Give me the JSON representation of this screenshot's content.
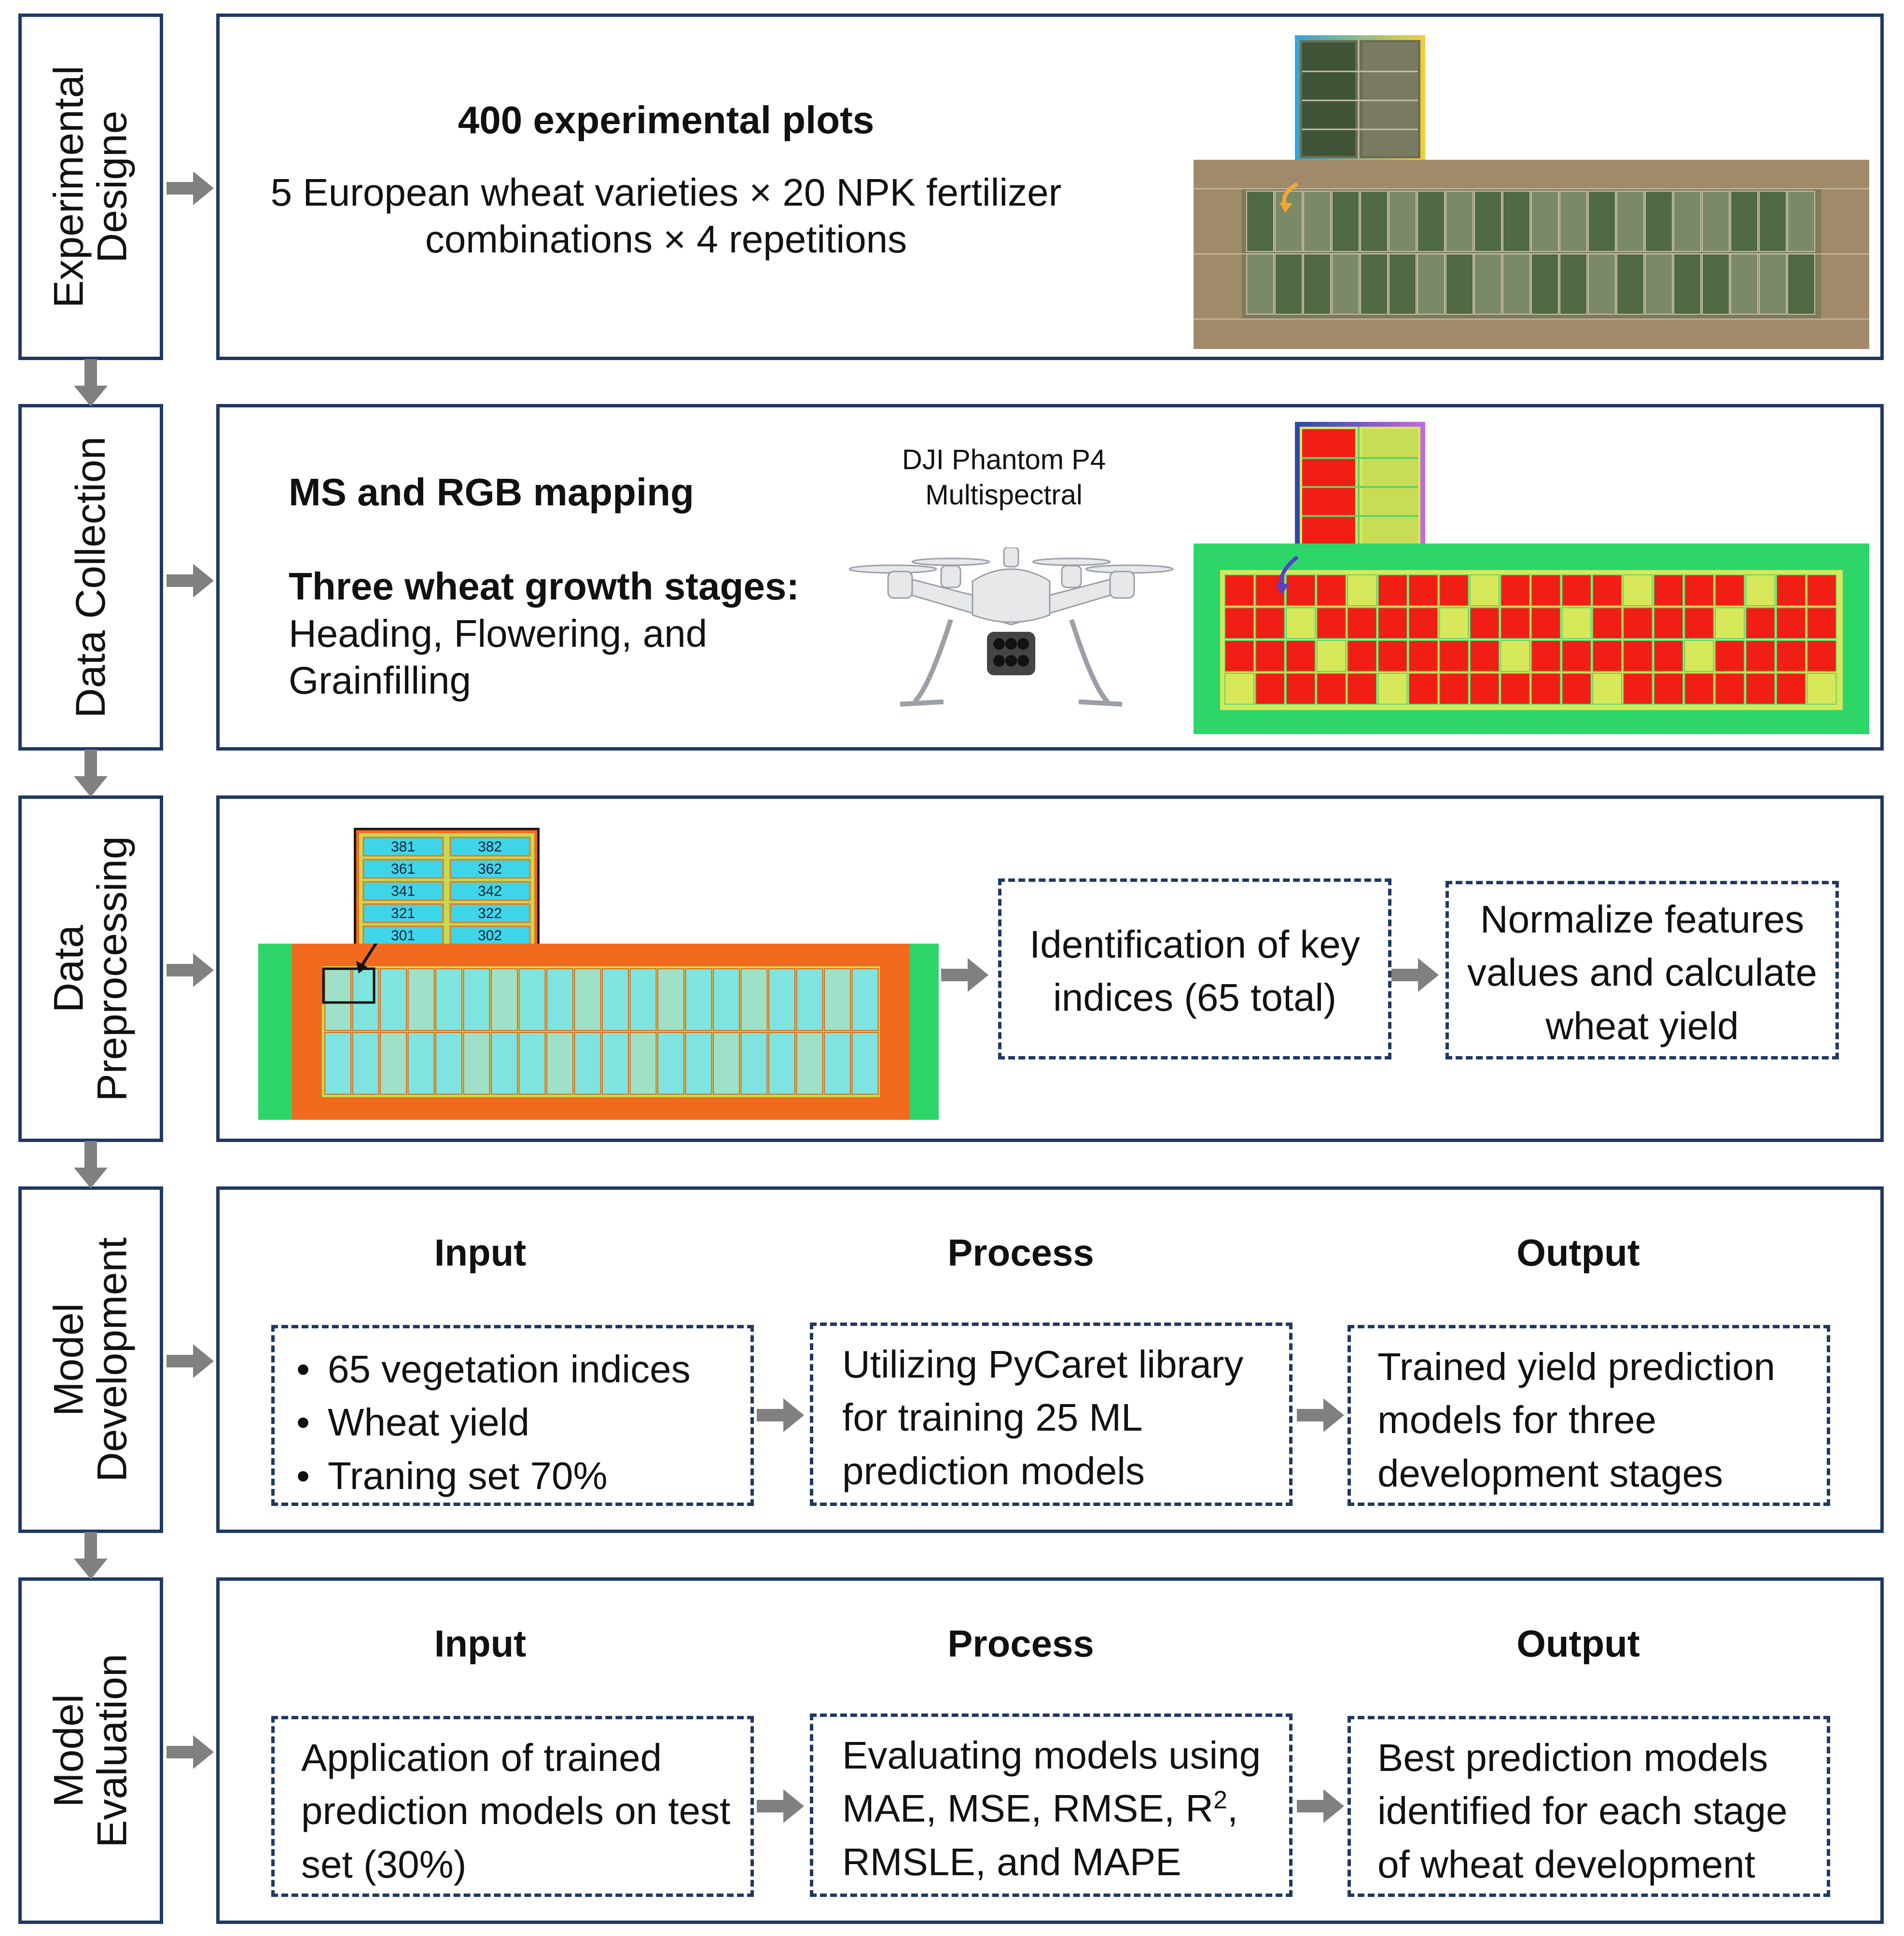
{
  "stages": [
    {
      "label": "Experimental\nDesigne"
    },
    {
      "label": "Data Collection"
    },
    {
      "label": "Data\nPreprocessing"
    },
    {
      "label": "Model\nDevelopment"
    },
    {
      "label": "Model\nEvaluation"
    }
  ],
  "experimental": {
    "title": "400 experimental plots",
    "line1": "5 European wheat varieties × 20 NPK fertilizer",
    "line2": "combinations × 4 repetitions"
  },
  "collection": {
    "title": "MS and RGB mapping",
    "stages_title": "Three wheat growth stages:",
    "stages_line1": "Heading, Flowering, and",
    "stages_line2": "Grainfilling",
    "drone_line1": "DJI Phantom P4",
    "drone_line2": "Multispectral"
  },
  "preprocessing": {
    "box1": "Identification of key indices (65 total)",
    "box2": "Normalize features values and calculate wheat yield",
    "plot_labels": [
      "381",
      "382",
      "361",
      "362",
      "341",
      "342",
      "321",
      "322",
      "301",
      "302"
    ]
  },
  "development": {
    "input_header": "Input",
    "process_header": "Process",
    "output_header": "Output",
    "input_items": [
      "65 vegetation indices",
      "Wheat yield",
      "Traning set 70%"
    ],
    "process_text": "Utilizing PyCaret library for training 25 ML prediction models",
    "output_text": "Trained yield prediction models for three development stages"
  },
  "evaluation": {
    "input_header": "Input",
    "process_header": "Process",
    "output_header": "Output",
    "input_text": "Application of trained prediction models on test set (30%)",
    "process_text_pre": "Evaluating models using MAE, MSE, RMSE, R",
    "process_sup": "2",
    "process_text_post": ", RMSLE, and MAPE",
    "output_text": "Best prediction models identified for each stage of wheat development"
  },
  "colors": {
    "border": "#1f3864",
    "arrow": "#808080",
    "soil": "#a08a6a",
    "crop_dark": "#4f6a45",
    "crop_light": "#7b8a66",
    "ms_red": "#f01e14",
    "ms_green": "#2ed66a",
    "ms_yellow": "#d7e85a",
    "cyan": "#3fd5e8"
  }
}
